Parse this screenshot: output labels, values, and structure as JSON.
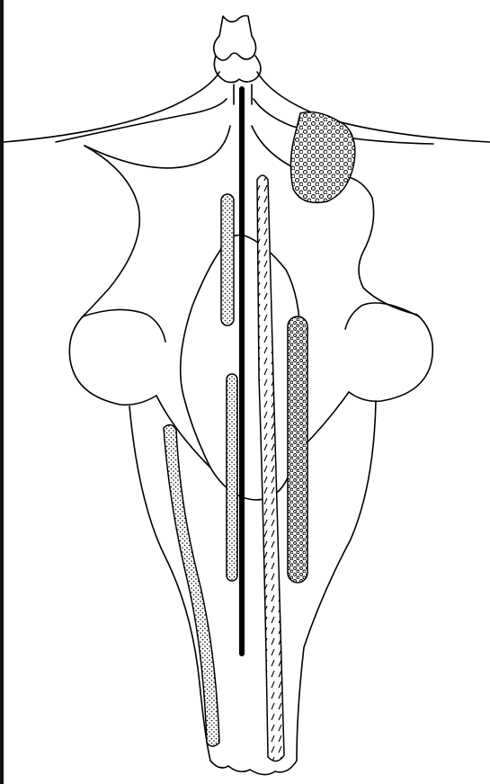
{
  "diagram": {
    "subject": "brainstem-dorsal-view-line-drawing",
    "stroke_color": "#000000",
    "background_color": "#ffffff",
    "frame_color": "#111111",
    "tracts": [
      {
        "id": "midline-solid-tract",
        "pattern": "solid"
      },
      {
        "id": "fine-dotted-tract-upper",
        "pattern": "fine-dots"
      },
      {
        "id": "fine-dotted-tract-lower",
        "pattern": "fine-dots"
      },
      {
        "id": "dashed-tract",
        "pattern": "diagonal-dashes"
      },
      {
        "id": "coarse-dotted-tract",
        "pattern": "coarse-dots"
      },
      {
        "id": "curved-dotted-tract",
        "pattern": "fine-dots"
      },
      {
        "id": "circle-pattern-region",
        "pattern": "small-circles"
      }
    ]
  }
}
